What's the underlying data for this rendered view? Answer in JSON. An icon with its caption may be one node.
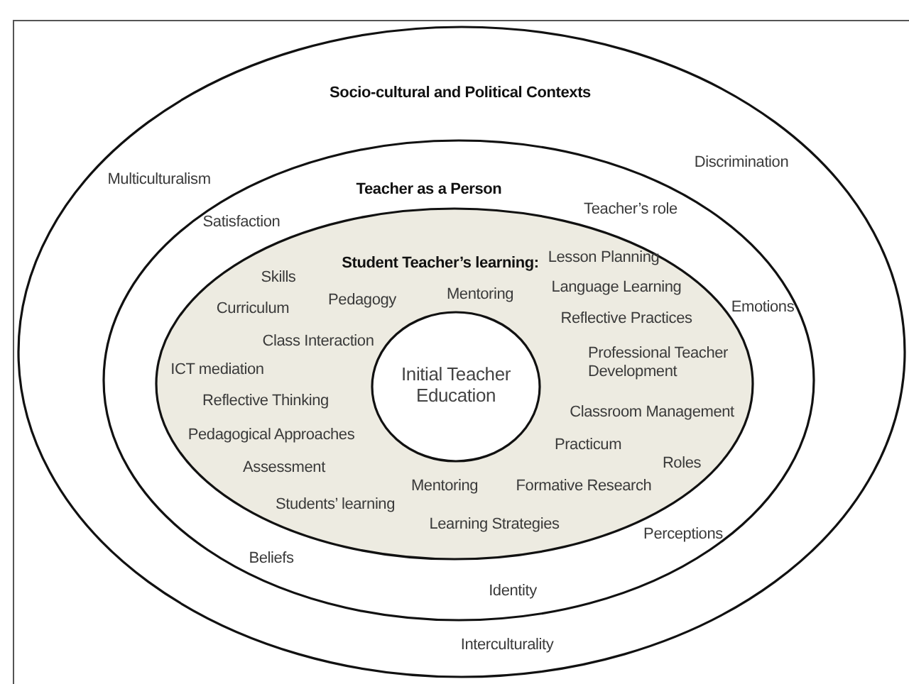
{
  "diagram": {
    "nodes": [
      {
        "text": [
          "Socio-cultural and Political Contexts"
        ]
      },
      {
        "text": [
          "Teacher as a Person"
        ],
        "in": 0
      },
      {
        "text": [
          "Student Teacher’s learning:"
        ],
        "in": 1
      },
      {
        "text": [
          "Initial Teacher Education"
        ],
        "in": 2
      }
    ],
    "edges": [],
    "labels": [
      "Discrimination",
      "Multiculturalism",
      "Teacher’s role",
      "Satisfaction",
      "Lesson Planning",
      "Skills",
      "Language Learning",
      "Pedagogy",
      "Mentoring",
      "Curriculum",
      "Emotions",
      "Reflective Practices",
      "Class Interaction",
      "Professional Teacher Development",
      "ICT mediation",
      "Reflective Thinking",
      "Classroom Management",
      "Pedagogical Approaches",
      "Practicum",
      "Assessment",
      "Roles",
      "Mentoring",
      "Formative Research",
      "Students’ learning",
      "Learning Strategies",
      "Perceptions",
      "Beliefs",
      "Identity",
      "Interculturality"
    ]
  }
}
